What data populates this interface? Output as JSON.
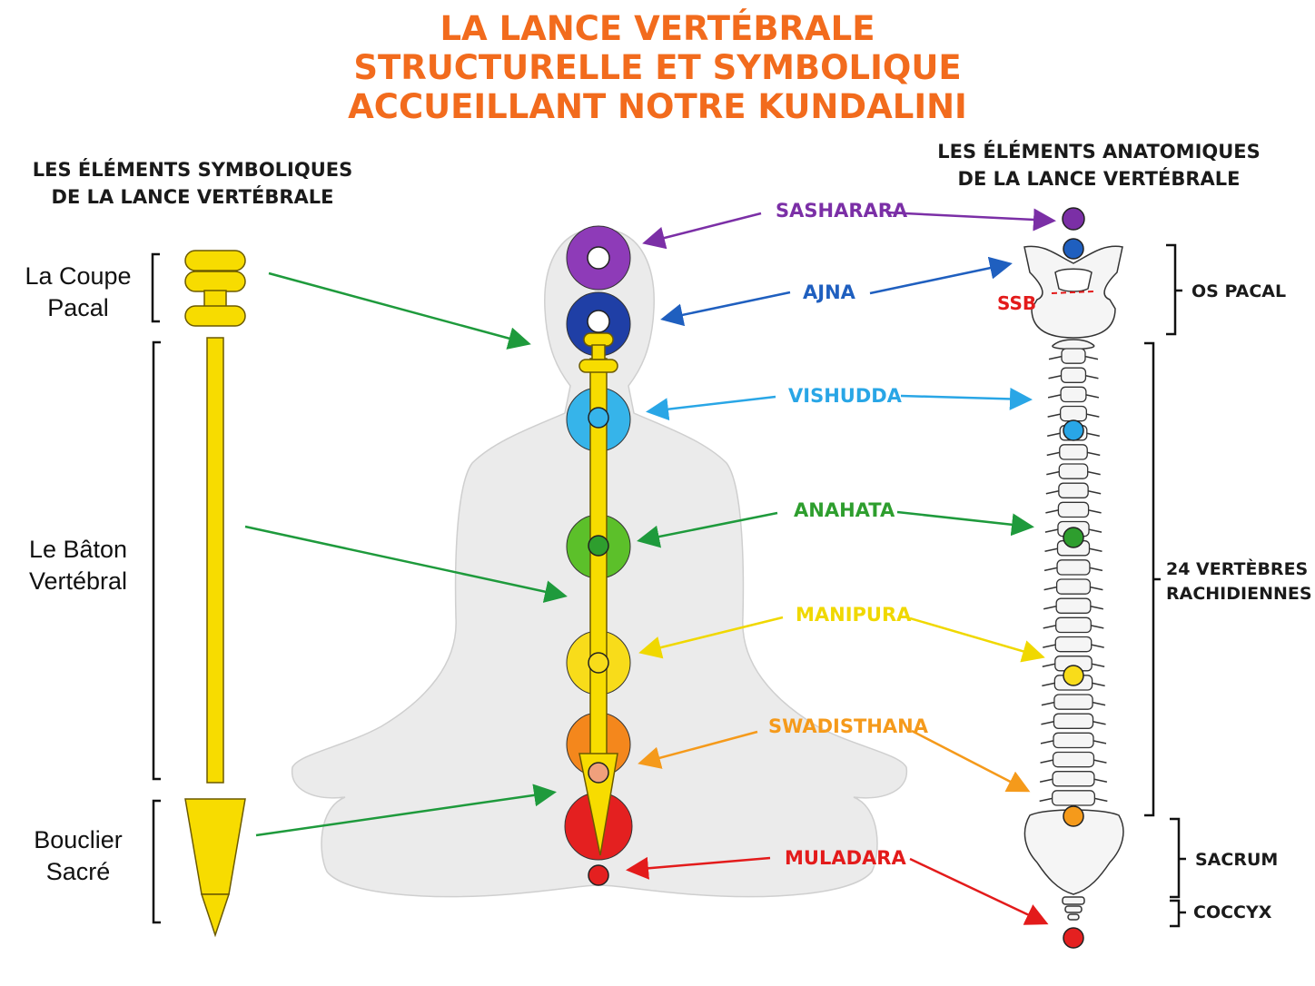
{
  "title": {
    "line1": "LA LANCE VERTÉBRALE",
    "line2": "STRUCTURELLE ET SYMBOLIQUE",
    "line3": "ACCUEILLANT NOTRE KUNDALINI",
    "color": "#f26b1d"
  },
  "left_header": {
    "line1": "LES ÉLÉMENTS SYMBOLIQUES",
    "line2": "DE LA LANCE VERTÉBRALE"
  },
  "right_header": {
    "line1": "LES ÉLÉMENTS ANATOMIQUES",
    "line2": "DE LA LANCE VERTÉBRALE"
  },
  "symbolic_parts": [
    {
      "line1": "La Coupe",
      "line2": "Pacal"
    },
    {
      "line1": "Le Bâton",
      "line2": "Vertébral"
    },
    {
      "line1": "Bouclier",
      "line2": "Sacré"
    }
  ],
  "chakras": [
    {
      "name": "SASHARARA",
      "color": "#7b2fa6"
    },
    {
      "name": "AJNA",
      "color": "#1f5fbf"
    },
    {
      "name": "VISHUDDA",
      "color": "#29a6e6"
    },
    {
      "name": "ANAHATA",
      "color": "#2e9e2e"
    },
    {
      "name": "MANIPURA",
      "color": "#f0d800"
    },
    {
      "name": "SWADISTHANA",
      "color": "#f59a1b"
    },
    {
      "name": "MULADARA",
      "color": "#e31b1b"
    }
  ],
  "ssb_label": "SSB",
  "anatomical_parts": {
    "os_pacal": "OS PACAL",
    "vertebrae_line1": "24 VERTÈBRES",
    "vertebrae_line2": "RACHIDIENNES",
    "sacrum": "SACRUM",
    "coccyx": "COCCYX"
  },
  "colors": {
    "spear": "#f7dc00",
    "arrow_green": "#1e9a3c",
    "body": "#ebebeb",
    "ssb": "#e31b1b"
  }
}
